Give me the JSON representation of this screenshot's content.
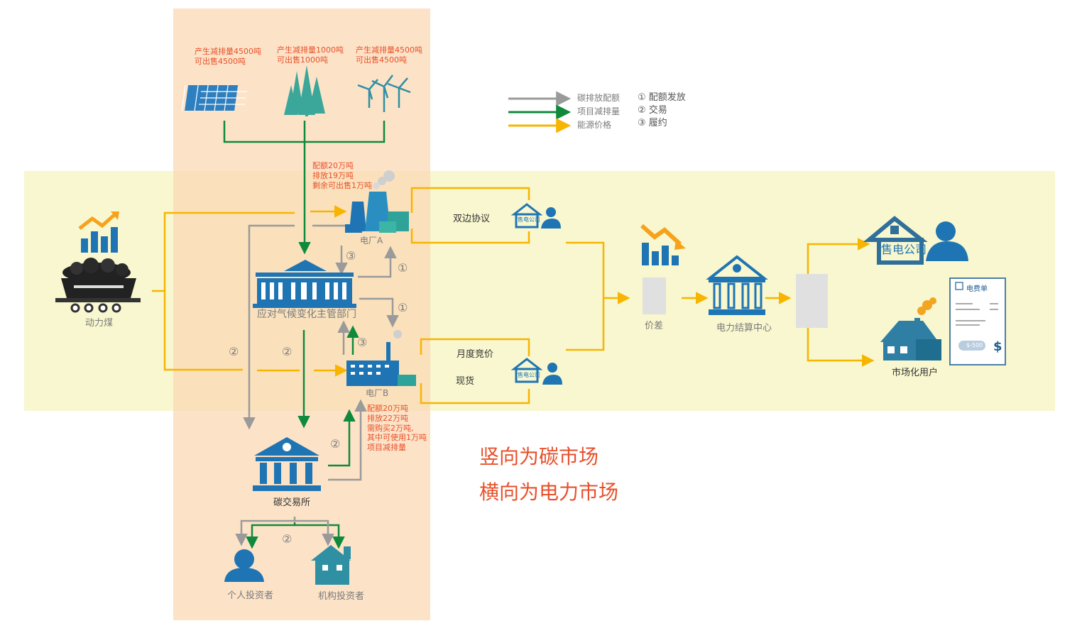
{
  "colors": {
    "gray": "#9a9a9a",
    "green": "#0f8a3c",
    "yellow": "#f7b500",
    "orange": "#e8502a",
    "blue": "#1f75b3",
    "teal": "#2f8fa3",
    "carbon_band": "#fbe4cc",
    "power_band": "#f8f7cf"
  },
  "legend": {
    "arrows": [
      {
        "label": "碳排放配额",
        "color": "gray"
      },
      {
        "label": "项目减排量",
        "color": "green"
      },
      {
        "label": "能源价格",
        "color": "yellow"
      }
    ],
    "steps": [
      "① 配额发放",
      "② 交易",
      "③ 履约"
    ]
  },
  "projects": [
    {
      "icon": "solar-panel",
      "text": "产生减排量4500吨\n可出售4500吨"
    },
    {
      "icon": "forest",
      "text": "产生减排量1000吨\n可出售1000吨"
    },
    {
      "icon": "wind-turbine",
      "text": "产生减排量4500吨\n可出售4500吨"
    }
  ],
  "nodes": {
    "coal": "动力煤",
    "plant_a": "电厂A",
    "plant_b": "电厂B",
    "ministry": "应对气候变化主管部门",
    "exchange": "碳交易所",
    "individual": "个人投资者",
    "institution": "机构投资者",
    "price_diff": "价差",
    "settlement": "电力结算中心",
    "retail_small": "售电公司",
    "retail_big": "售电公司",
    "market_user": "市场化用户",
    "bill_title": "电费单",
    "bill_amount": "$-500"
  },
  "annotations": {
    "plant_a": "配额20万吨\n排放19万吨\n剩余可出售1万吨",
    "plant_b": "配额20万吨\n排放22万吨\n需购买2万吨,\n其中可使用1万吨\n项目减排量"
  },
  "trade": {
    "bilateral": "双边协议",
    "monthly": "月度竞价",
    "spot": "现货"
  },
  "markers": {
    "one": "①",
    "two": "②",
    "three": "③"
  },
  "notes": {
    "vertical": "竖向为碳市场",
    "horizontal": "横向为电力市场"
  }
}
